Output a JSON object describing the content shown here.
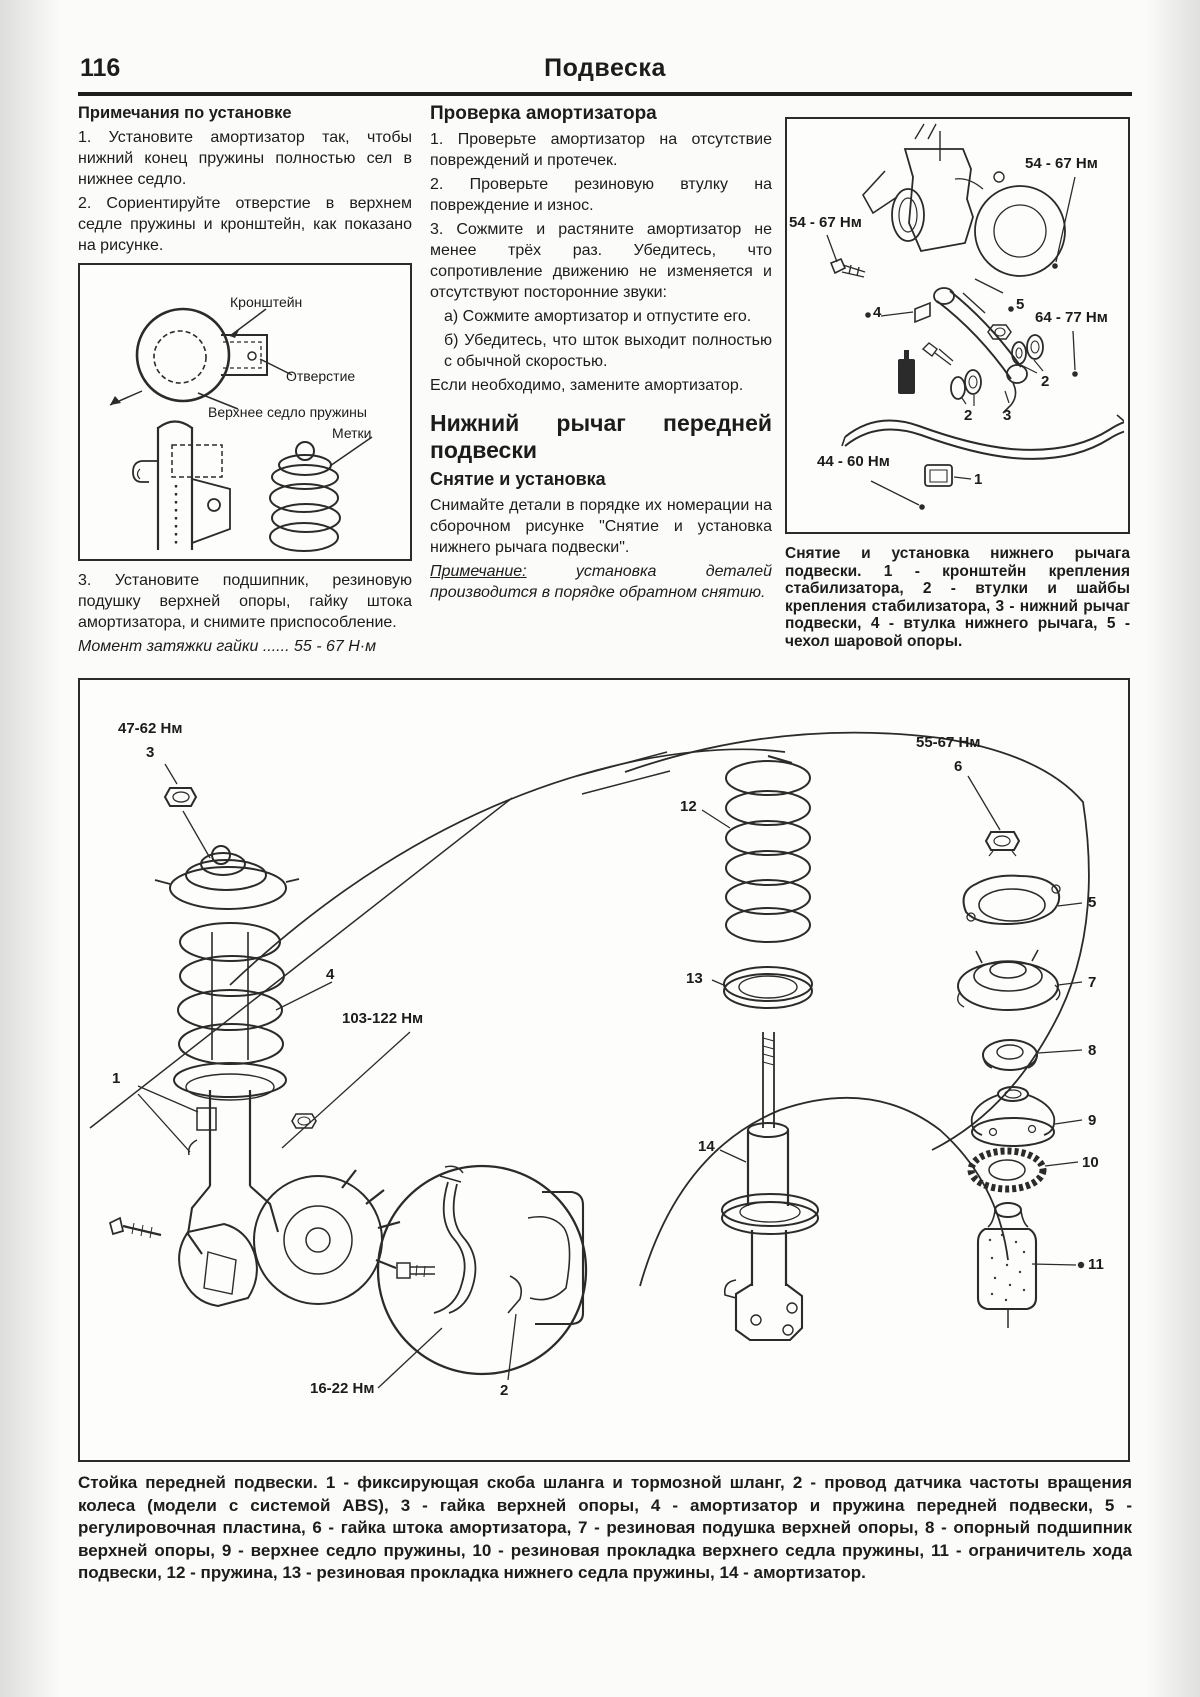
{
  "header": {
    "page_number": "116",
    "title": "Подвеска"
  },
  "left_column": {
    "title": "Примечания по установке",
    "note1": "1. Установите амортизатор так, чтобы нижний конец пружины полностью сел в нижнее седло.",
    "note2": "2. Сориентируйте отверстие в верхнем седле пружины и кронштейн, как показано на рисунке.",
    "figure": {
      "label_bracket": "Кронштейн",
      "label_hole": "Отверстие",
      "label_seat": "Верхнее седло пружины",
      "label_marks": "Метки"
    },
    "note3": "3. Установите подшипник, резиновую подушку верхней опоры, гайку штока амортизатора, и снимите приспособление.",
    "torque_label": "Момент затяжки гайки",
    "torque_dots": "......",
    "torque_value": "55 - 67 Н·м"
  },
  "middle_column": {
    "check_title": "Проверка амортизатора",
    "step1": "1. Проверьте амортизатор на отсутствие повреждений и протечек.",
    "step2": "2. Проверьте резиновую втулку на повреждение и износ.",
    "step3": "3. Сожмите и растяните амортизатор не менее трёх раз. Убедитесь, что сопротивление движению не изменяется и отсутствуют посторонние звуки:",
    "step3a": "а) Сожмите амортизатор и отпустите его.",
    "step3b": "б) Убедитесь, что шток выходит полностью с обычной скоростью.",
    "replace_note": "Если необходимо, замените амортизатор.",
    "section_title": "Нижний рычаг передней подвески",
    "subsection_title": "Снятие и установка",
    "body": "Снимайте детали в порядке их номерации на сборочном рисунке \"Снятие и установка нижнего рычага подвески\".",
    "note_label": "Примечание:",
    "note_text": "установка деталей производится в порядке обратном снятию."
  },
  "stabilizer_figure": {
    "torque_left": "54 - 67 Нм",
    "torque_top_right": "54 - 67 Нм",
    "torque_right": "64 - 77 Нм",
    "torque_bottom": "44 - 60 Нм",
    "num1": "1",
    "num2a": "2",
    "num2b": "2",
    "num3": "3",
    "num4": "4",
    "num5": "5",
    "caption": "Снятие и установка нижнего рычага подвески. 1 - кронштейн крепления стабилизатора, 2 - втулки и шайбы крепления стабилизатора, 3 - нижний рычаг подвески, 4 - втулка нижнего рычага, 5 - чехол шаровой опоры."
  },
  "strut_figure": {
    "torque_top_nut": "47-62 Нм",
    "torque_hub": "103-122 Нм",
    "torque_hose": "16-22 Нм",
    "torque_rod_nut": "55-67 Нм",
    "num1": "1",
    "num2": "2",
    "num3": "3",
    "num4": "4",
    "num5": "5",
    "num6": "6",
    "num7": "7",
    "num8": "8",
    "num9": "9",
    "num10": "10",
    "num11": "11",
    "num12": "12",
    "num13": "13",
    "num14": "14",
    "caption": "Стойка передней подвески. 1 - фиксирующая скоба шланга и тормозной шланг, 2 - провод датчика частоты вращения колеса (модели с системой ABS), 3 - гайка верхней опоры, 4 - амортизатор и пружина передней подвески, 5 - регулировочная пластина, 6 - гайка штока амортизатора, 7 - резиновая подушка верхней опоры, 8 - опорный подшипник верхней опоры, 9 - верхнее седло пружины, 10 - резиновая прокладка верхнего седла пружины, 11 - ограничитель хода подвески, 12 - пружина, 13 - резиновая прокладка нижнего седла пружины, 14 - амортизатор."
  }
}
